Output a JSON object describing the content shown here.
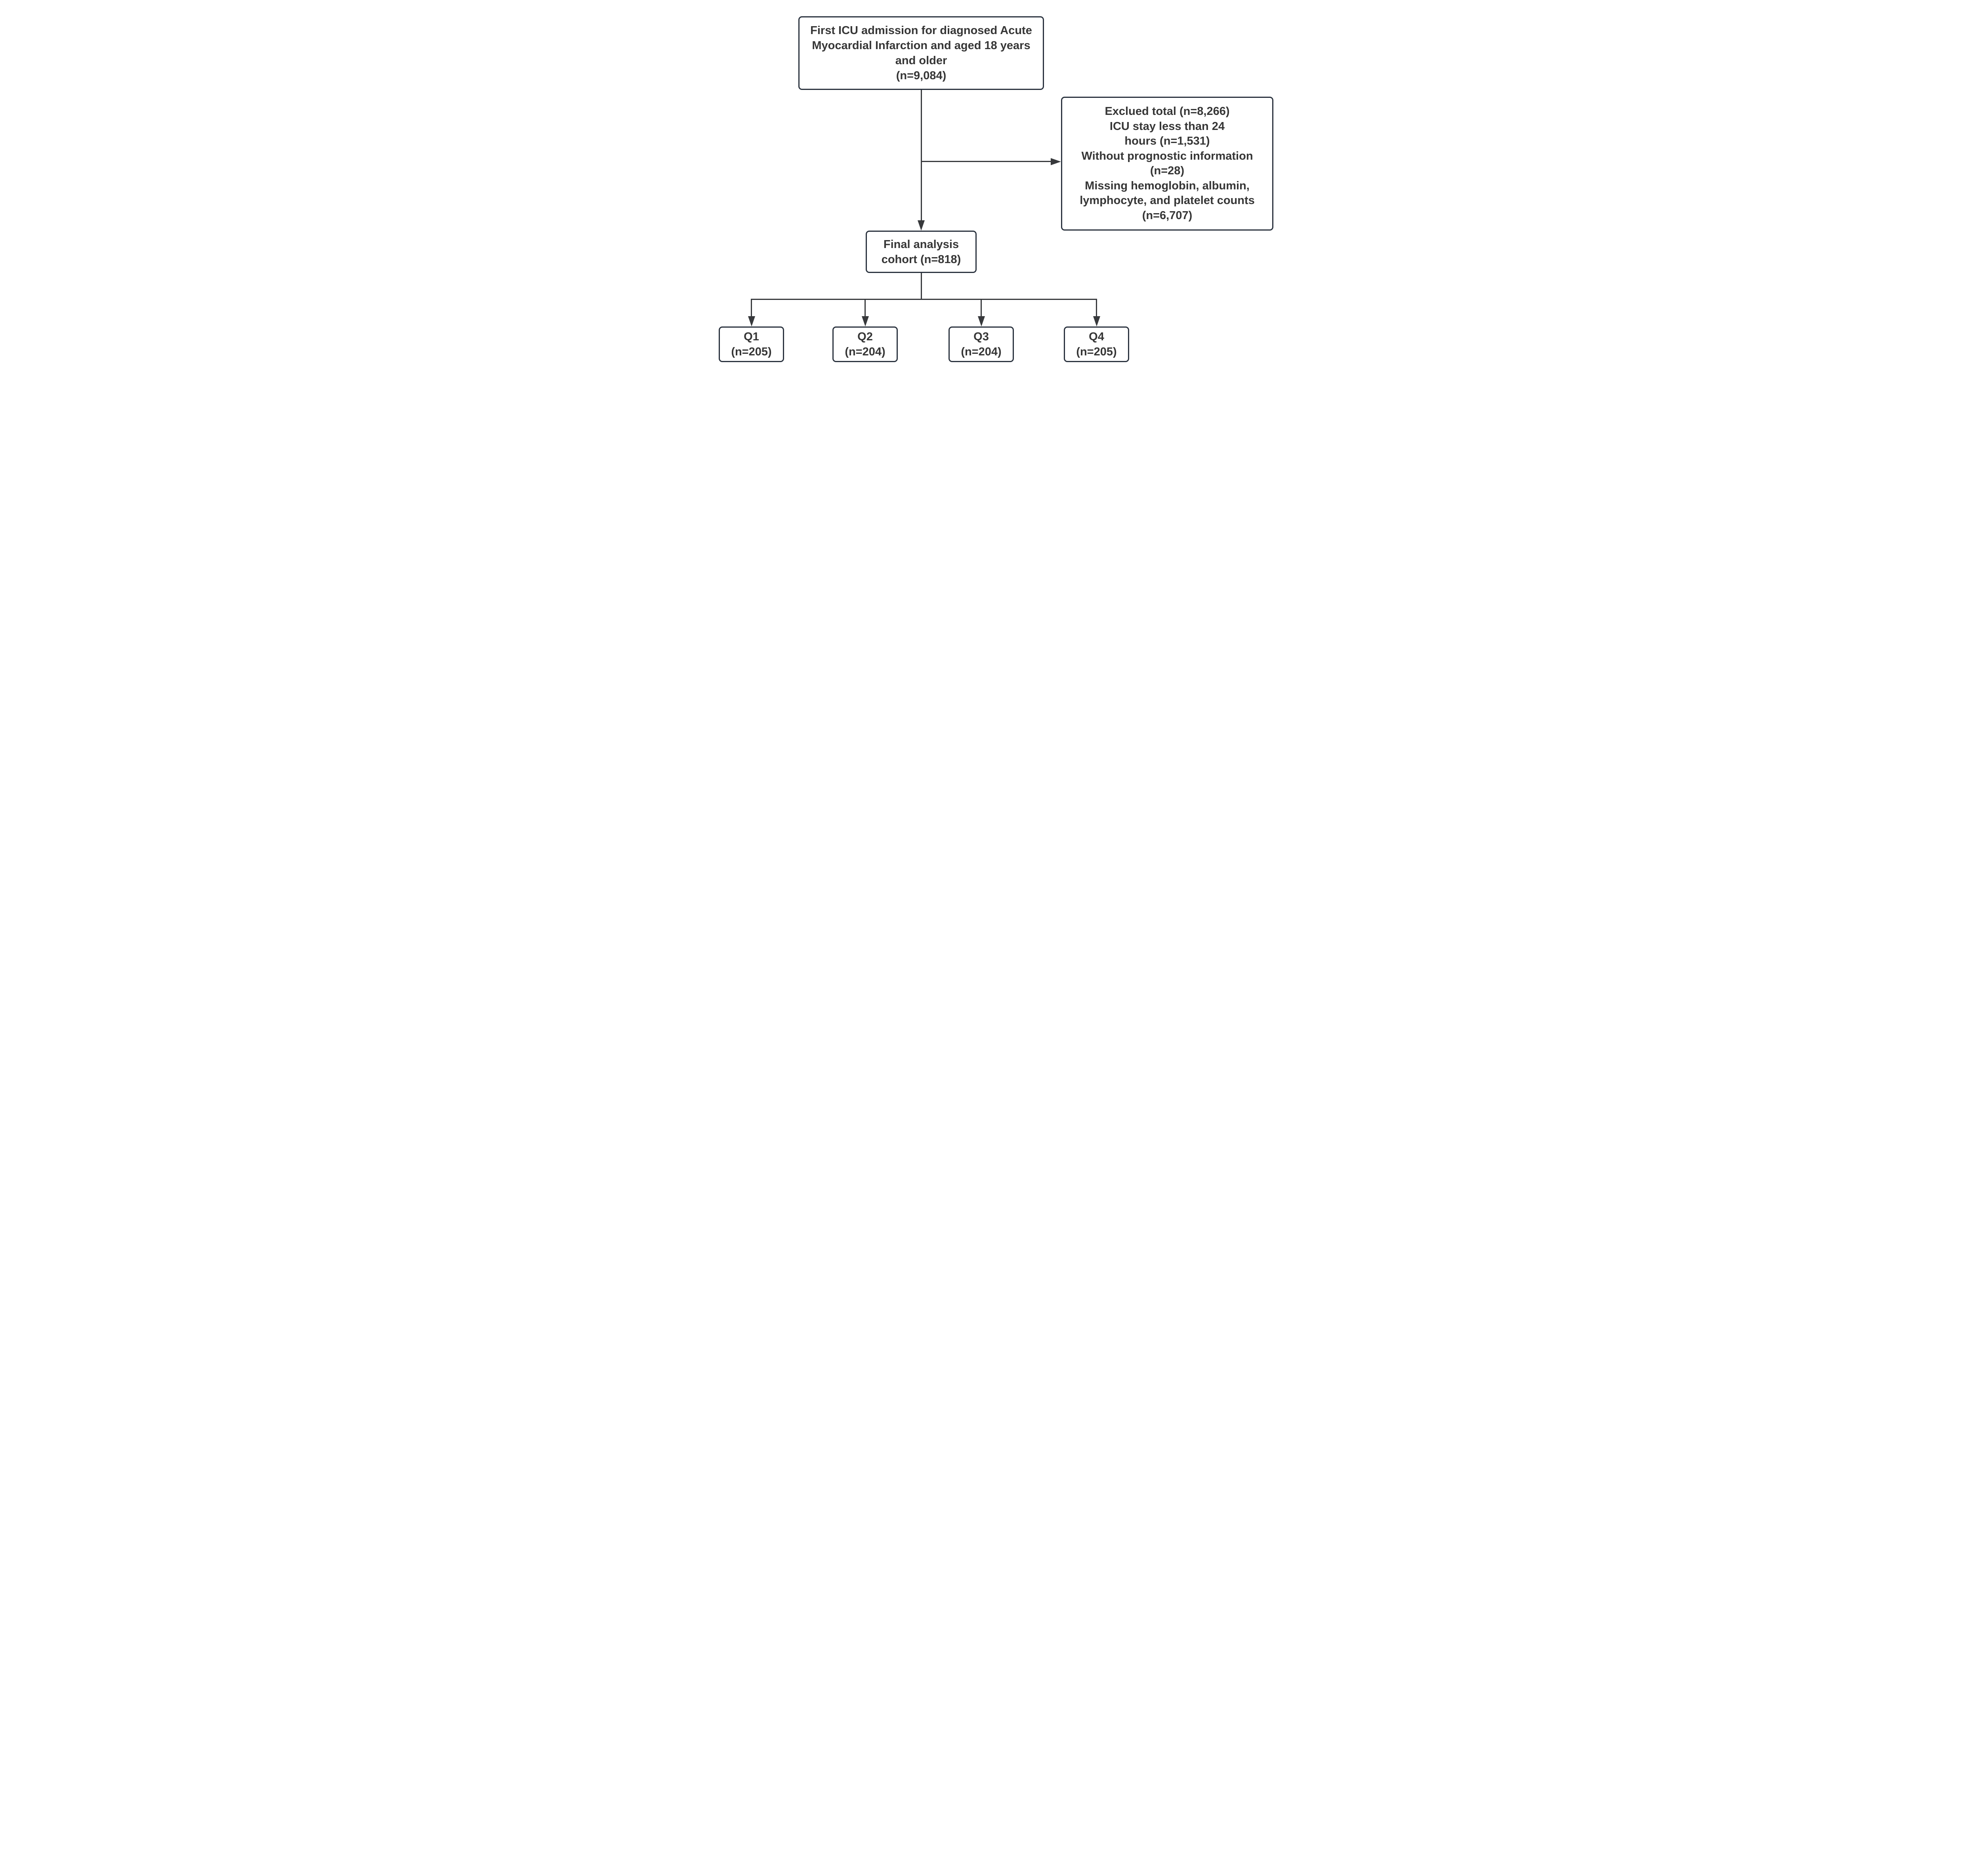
{
  "theme": {
    "page-bg": "#ffffff",
    "box-border": "#2a323e",
    "box-fill": "#ffffff",
    "text-color": "#363636",
    "line-color": "#37393c"
  },
  "flowchart": {
    "source_box": {
      "text": "First ICU admission for diagnosed Acute\nMyocardial Infarction and aged 18 years\nand older\n(n=9,084)"
    },
    "excluded_box": {
      "text": "Exclued total (n=8,266)\nICU stay less than 24\nhours (n=1,531)\nWithout prognostic information\n(n=28)\nMissing hemoglobin, albumin,\nlymphocyte, and platelet counts\n(n=6,707)"
    },
    "final_box": {
      "text": "Final analysis\ncohort (n=818)"
    },
    "quartile_boxes": [
      {
        "text": "Q1\n(n=205)"
      },
      {
        "text": "Q2\n(n=204)"
      },
      {
        "text": "Q3\n(n=204)"
      },
      {
        "text": "Q4\n(n=205)"
      }
    ]
  }
}
